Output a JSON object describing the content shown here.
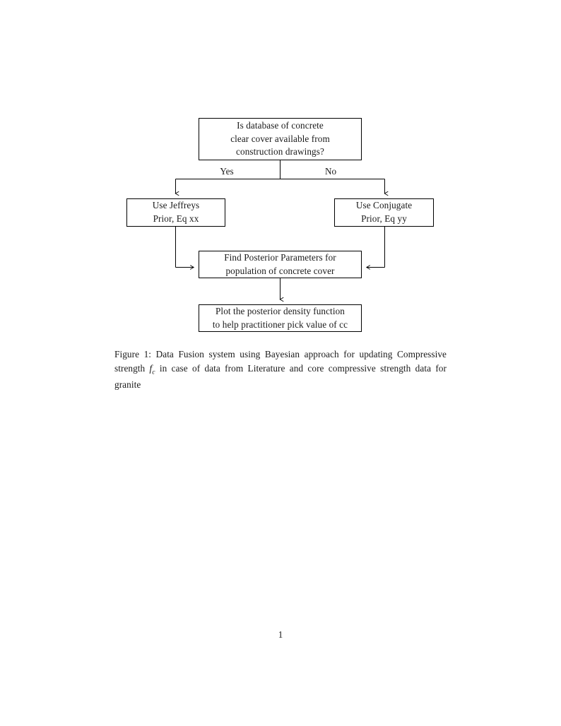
{
  "document": {
    "page_number": "1",
    "background_color": "#ffffff",
    "text_color": "#1a1a1a",
    "line_color": "#000000"
  },
  "figure": {
    "type": "flowchart",
    "nodes": [
      {
        "id": "question",
        "shape": "rectangle",
        "lines": [
          "Is database of concrete",
          "clear cover available from",
          "construction drawings?"
        ]
      },
      {
        "id": "jeffreys",
        "shape": "rectangle",
        "lines": [
          "Use Jeffreys",
          "Prior, Eq xx"
        ]
      },
      {
        "id": "conjugate",
        "shape": "rectangle",
        "lines": [
          "Use Conjugate",
          "Prior, Eq yy"
        ]
      },
      {
        "id": "posterior",
        "shape": "rectangle",
        "lines": [
          "Find Posterior Parameters for",
          "population of concrete cover"
        ]
      },
      {
        "id": "plot",
        "shape": "rectangle",
        "lines": [
          "Plot the posterior density function",
          "to help practitioner pick value of cc"
        ]
      }
    ],
    "edge_labels": {
      "yes": "Yes",
      "no": "No"
    },
    "edges": [
      {
        "from": "question",
        "to": "jeffreys",
        "label": "Yes"
      },
      {
        "from": "question",
        "to": "conjugate",
        "label": "No"
      },
      {
        "from": "jeffreys",
        "to": "posterior",
        "label": ""
      },
      {
        "from": "conjugate",
        "to": "posterior",
        "label": ""
      },
      {
        "from": "posterior",
        "to": "plot",
        "label": ""
      }
    ]
  },
  "caption": {
    "label": "Figure 1:",
    "text_before_math": " Data Fusion system using Bayesian approach for updating Compressive strength ",
    "math_base": "f",
    "math_sub": "c",
    "text_after_math": " in case of data from Literature and core compressive strength data for granite"
  }
}
